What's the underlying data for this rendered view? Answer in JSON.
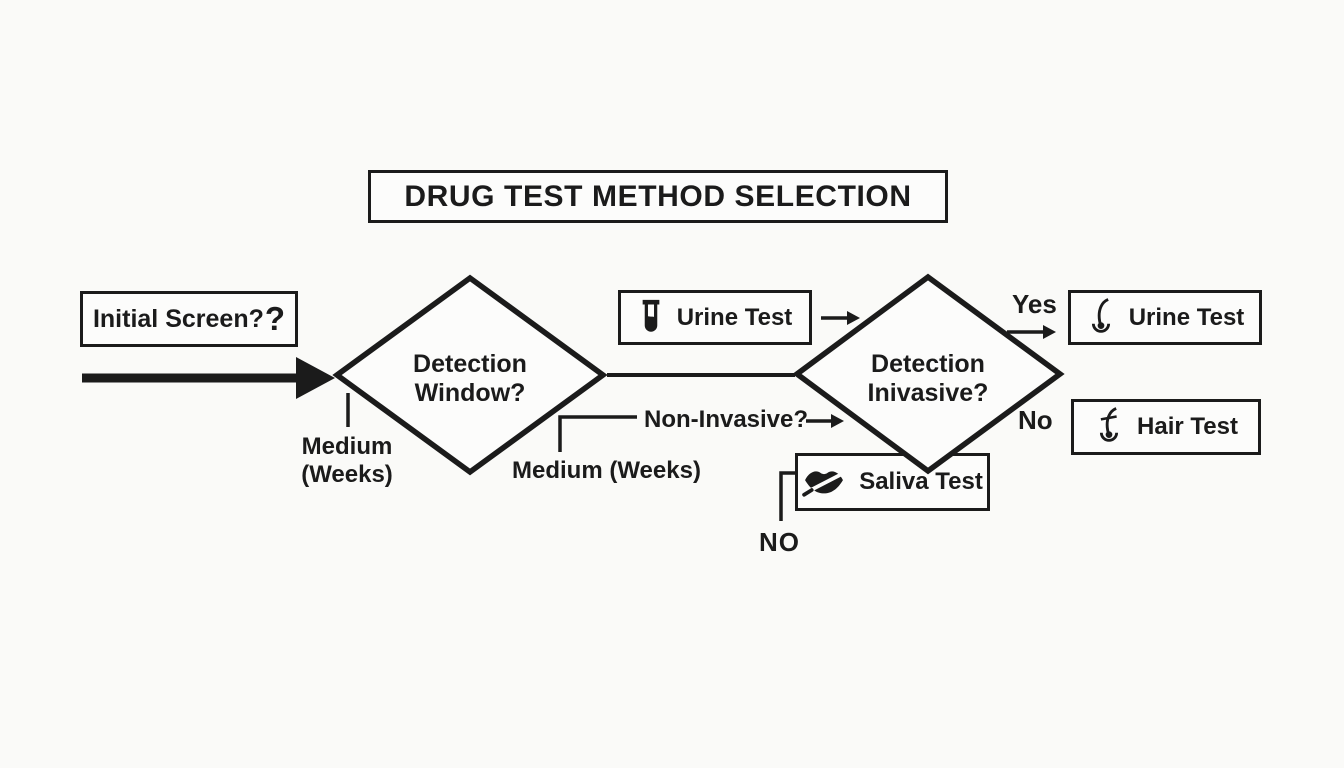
{
  "title": {
    "text": "DRUG TEST METHOD SELECTION"
  },
  "flow": {
    "initial_screen": {
      "label": "Initial Screen?",
      "extra_mark": "?"
    },
    "detection_window": {
      "line1": "Detection",
      "line2": "Window?"
    },
    "detection_invasive": {
      "line1": "Detection",
      "line2": "Inivasive?"
    },
    "urine_test_top": {
      "label": "Urine Test",
      "icon": "test-tube-icon"
    },
    "urine_test_right": {
      "label": "Urine Test",
      "icon": "hair-follicle-icon"
    },
    "hair_test": {
      "label": "Hair Test",
      "icon": "hair-follicle-crossed-icon"
    },
    "saliva_test": {
      "label": "Saliva Test",
      "icon": "lips-swab-icon"
    }
  },
  "edge_labels": {
    "medium_weeks_left": {
      "line1": "Medium",
      "line2": "(Weeks)"
    },
    "medium_weeks_center": "Medium (Weeks)",
    "non_invasive": "Non-Invasive?",
    "yes": "Yes",
    "no": "No",
    "no_caps": "NO"
  },
  "colors": {
    "ink": "#1b1b1b",
    "background": "#fafaf8",
    "box_background": "#fcfcfb"
  }
}
